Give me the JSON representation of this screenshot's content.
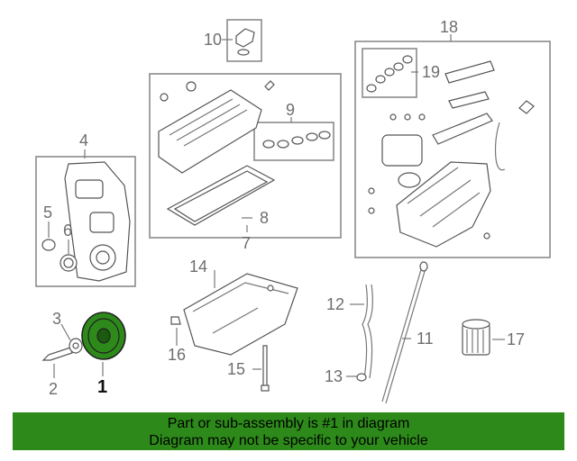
{
  "callouts": {
    "c1": "1",
    "c2": "2",
    "c3": "3",
    "c4": "4",
    "c5": "5",
    "c6": "6",
    "c7": "7",
    "c8": "8",
    "c9": "9",
    "c10": "10",
    "c11": "11",
    "c12": "12",
    "c13": "13",
    "c14": "14",
    "c15": "15",
    "c16": "16",
    "c17": "17",
    "c18": "18",
    "c19": "19"
  },
  "banner": {
    "line1": "Part or sub-assembly is #1 in diagram",
    "line2": "Diagram may not be specific to your vehicle"
  },
  "colors": {
    "banner_bg": "#2d8a1a",
    "highlight_part": "#2d8a1a"
  }
}
